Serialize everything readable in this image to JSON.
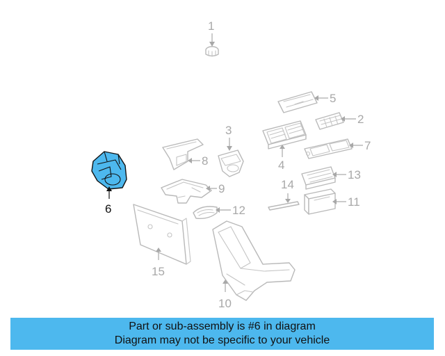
{
  "diagram": {
    "callouts": {
      "c1": "1",
      "c2": "2",
      "c3": "3",
      "c4": "4",
      "c5": "5",
      "c6": "6",
      "c7": "7",
      "c8": "8",
      "c9": "9",
      "c10": "10",
      "c11": "11",
      "c12": "12",
      "c13": "13",
      "c14": "14",
      "c15": "15"
    },
    "highlighted_part": "6",
    "colors": {
      "highlight": "#4db8ee",
      "banner": "#4db8ee",
      "part_line": "#b9b9b9"
    }
  },
  "banner": {
    "line1": "Part or sub-assembly is #6 in diagram",
    "line2": "Diagram may not be specific to your vehicle"
  }
}
